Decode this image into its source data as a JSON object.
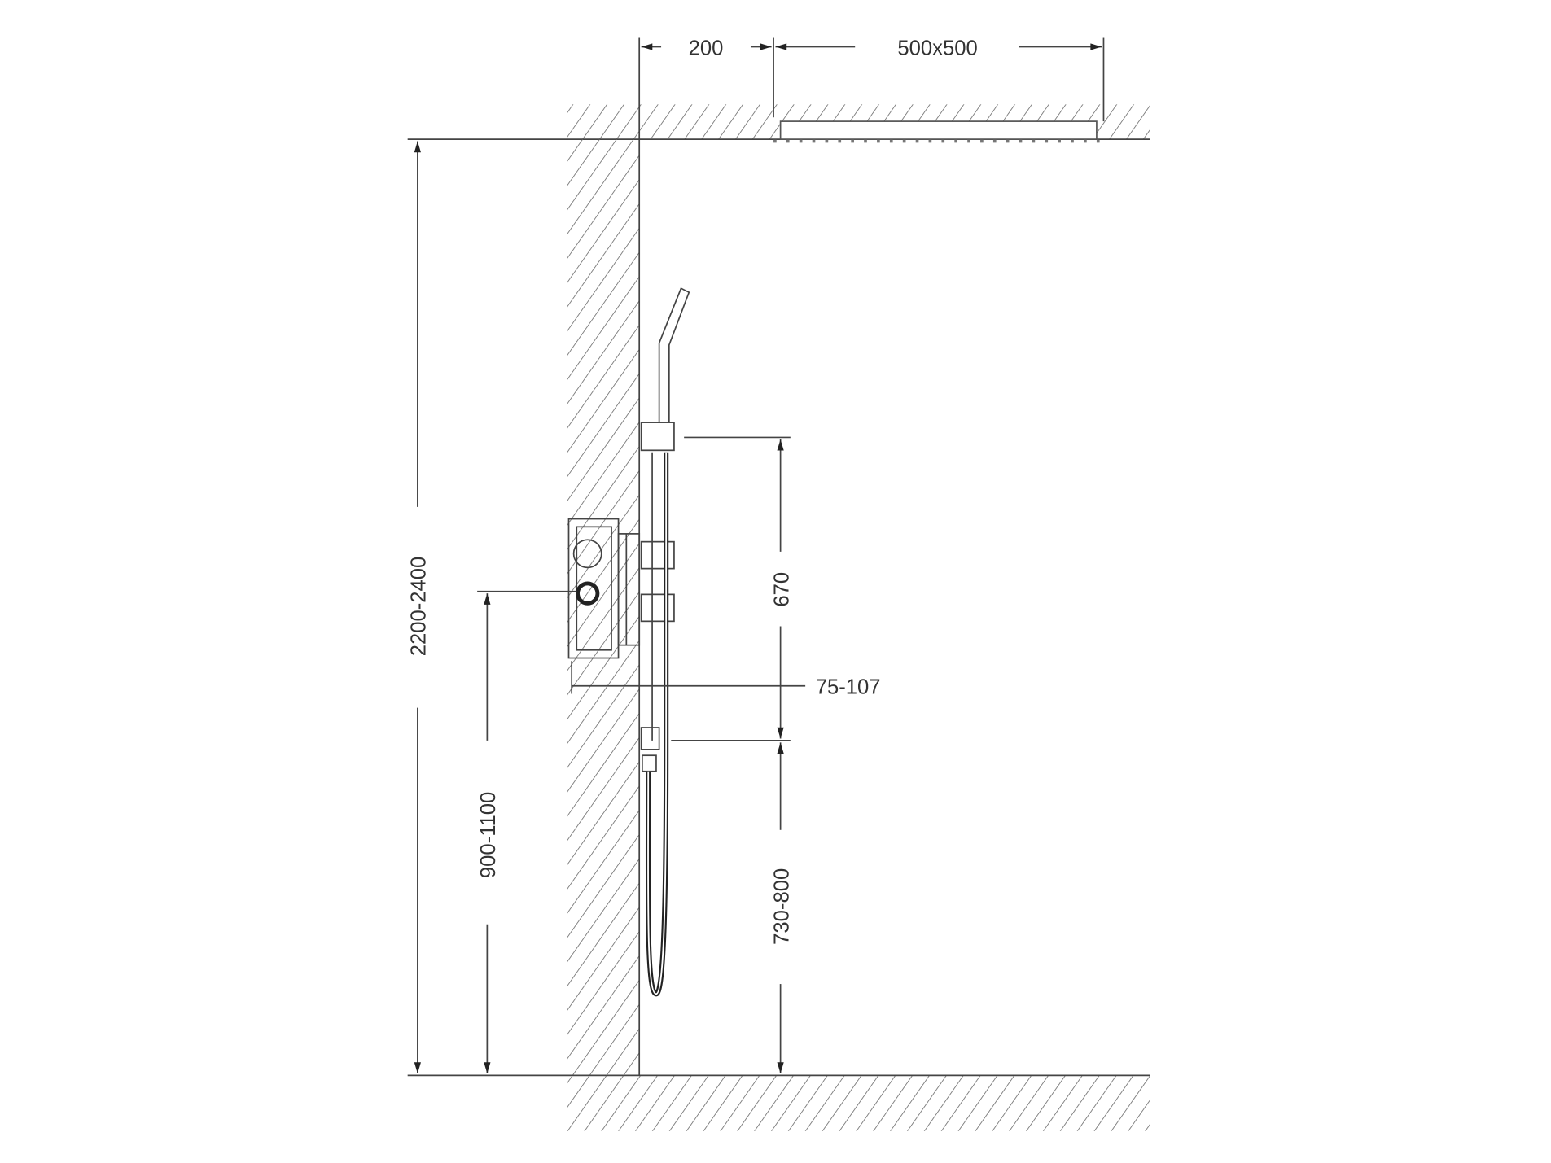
{
  "title": "Shower installation dimensions",
  "dimensions": {
    "ceiling_offset": "200",
    "rain_shower_size": "500x500",
    "ceiling_height": "2200-2400",
    "mixer_height": "900-1100",
    "rail_length": "670",
    "rail_bottom_height": "730-800",
    "wall_depth": "75-107"
  },
  "colors": {
    "line": "#444444",
    "hatch": "#666666"
  }
}
